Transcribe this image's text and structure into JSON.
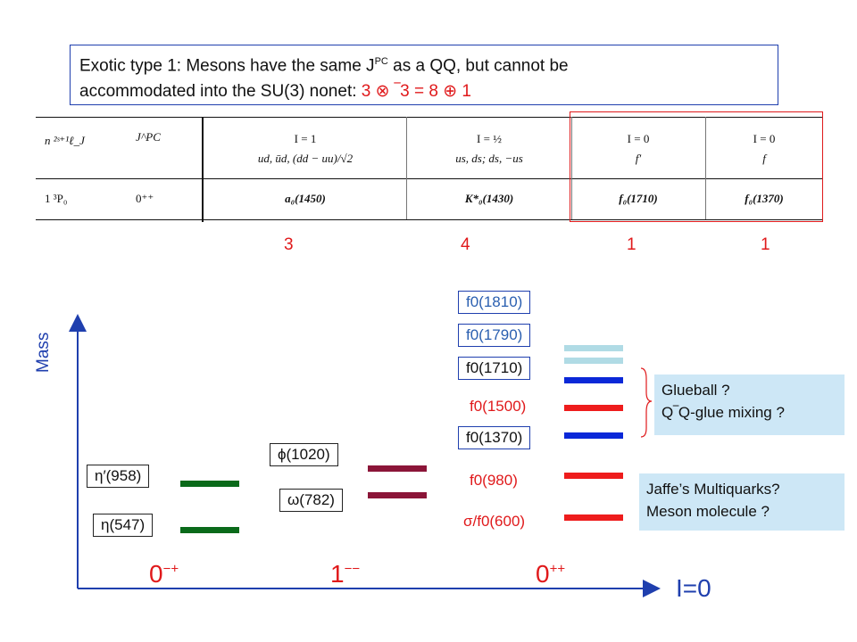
{
  "title": {
    "line1": "Exotic type 1: Mesons have the same J",
    "line1_sup": "PC",
    "line1_b": " as a Q",
    "line1_c": "Q",
    "line1_d": ", but cannot be",
    "line2": "accommodated into the SU(3) nonet: ",
    "line2_red": "3 ⊗ ‾3 = 8 ⊕ 1"
  },
  "table": {
    "header": {
      "state": "n ²ˢ⁺¹ℓ_J",
      "jpc": "J^PC",
      "col1_isospin": "I = 1",
      "col1_content": "ud, ūd, (dd − uu)/√2",
      "col2_isospin": "I = ½",
      "col2_content": "us, ds; ds, −us",
      "col3_isospin": "I = 0",
      "col3_content": "f′",
      "col4_isospin": "I = 0",
      "col4_content": "f"
    },
    "row": {
      "state": "1 ³P₀",
      "jpc": "0⁺⁺",
      "col1": "a₀(1450)",
      "col2": "K*₀(1430)",
      "col3": "f₀(1710)",
      "col4": "f₀(1370)"
    },
    "counts": [
      "3",
      "4",
      "1",
      "1"
    ]
  },
  "axes": {
    "y_label": "Mass",
    "x_label": "I=0",
    "groups": [
      {
        "base": "0",
        "sup": "−+"
      },
      {
        "base": "1",
        "sup": "−−"
      },
      {
        "base": "0",
        "sup": "++"
      }
    ]
  },
  "levels": {
    "pseudoscalar": [
      {
        "label": "η′(958)",
        "color": "#0a6a1a"
      },
      {
        "label": "η(547)",
        "color": "#0a6a1a"
      }
    ],
    "vector": [
      {
        "label": "ϕ(1020)",
        "color": "#8b1538"
      },
      {
        "label": "ω(782)",
        "color": "#8b1538"
      }
    ],
    "scalar": [
      {
        "label": "f0(1810)",
        "color": "#b0dbe5",
        "text_color": "#2a5fb0"
      },
      {
        "label": "f0(1790)",
        "color": "#b0dbe5",
        "text_color": "#2a5fb0"
      },
      {
        "label": "f0(1710)",
        "color": "#0a28d8"
      },
      {
        "label": "f0(1500)",
        "color": "#ee1c1c",
        "text_color": "#e0191b"
      },
      {
        "label": "f0(1370)",
        "color": "#0a28d8"
      },
      {
        "label": "f0(980)",
        "color": "#ee1c1c",
        "text_color": "#e0191b"
      },
      {
        "label": "σ/f0(600)",
        "color": "#ee1c1c",
        "text_color": "#e0191b"
      }
    ]
  },
  "notes": {
    "glueball_line1": "Glueball ?",
    "glueball_line2": "Q‾Q-glue mixing ?",
    "multiquark_line1": "Jaffe’s Multiquarks?",
    "multiquark_line2": "Meson molecule ?"
  },
  "colors": {
    "accent_red": "#e0191b",
    "frame_blue": "#1f3fae",
    "note_bg": "#cde7f6"
  }
}
